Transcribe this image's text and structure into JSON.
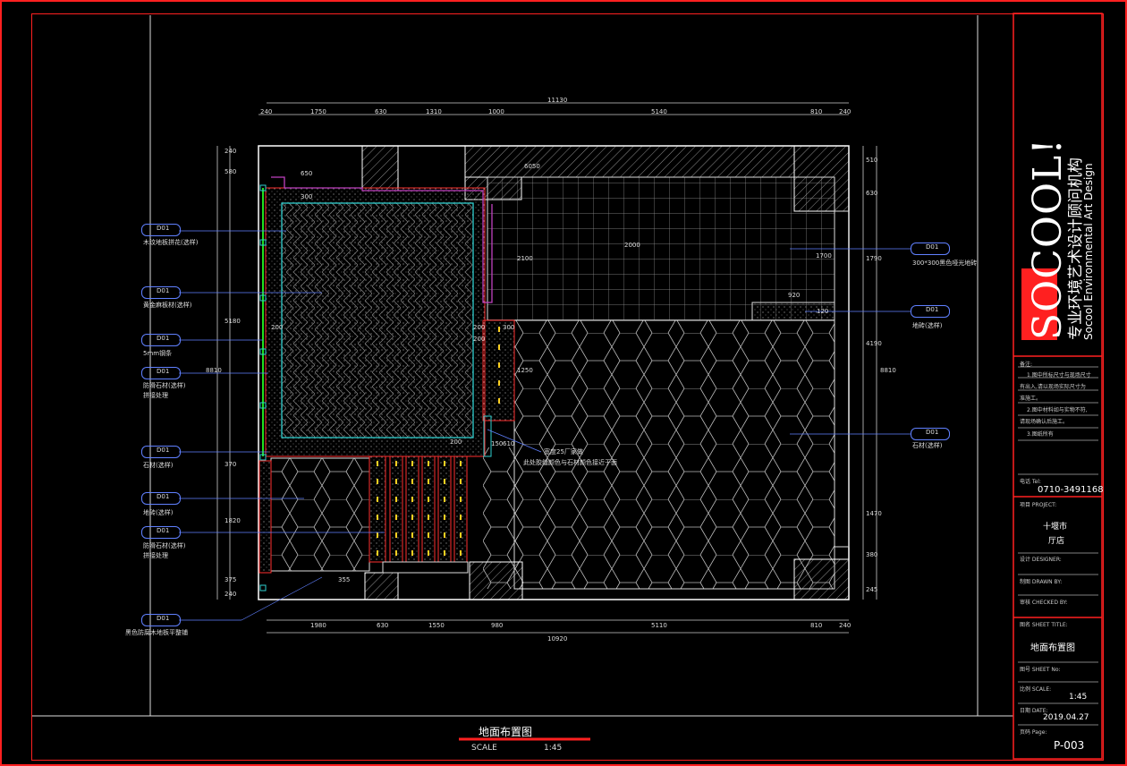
{
  "drawing_title": "地面布置图",
  "scale_label": "SCALE",
  "scale_value": "1:45",
  "title_block": {
    "brand_mark": "SOCOOL!",
    "brand_cn": "专业环境艺术设计顾问机构",
    "brand_en": "Socool Environmental Art Design",
    "notes_header": "备注:",
    "notes": [
      "1.图中所标尺寸与现场尺寸",
      "有出入,请以现场实际尺寸为",
      "准施工。",
      "2.图中材料如与实物不符,",
      "请现场确认后施工。",
      "3.图纸所有"
    ],
    "tel_label": "电话 Tel:",
    "tel": "0710-3491168",
    "project_label": "项目 PROJECT:",
    "project_line1": "十堰市",
    "project_line2": "厅店",
    "designer_label": "设计 DESIGNER:",
    "drawn_label": "制图 DRAWN BY:",
    "checked_label": "审核 CHECKED BY:",
    "sheet_title_label": "图名 SHEET TITLE:",
    "sheet_title": "地面布置图",
    "sheet_no_label": "图号 SHEET No:",
    "scale_label": "比例 SCALE:",
    "scale": "1:45",
    "date_label": "日期 DATE:",
    "date": "2019.04.27",
    "page_label": "页码 Page:",
    "page": "P-003"
  },
  "dims_top": [
    "240",
    "1750",
    "630",
    "1310",
    "1000",
    "5140",
    "810",
    "240"
  ],
  "dim_top_total": "11130",
  "dims_bottom": [
    "1980",
    "630",
    "1550",
    "980",
    "5110",
    "810",
    "240"
  ],
  "dim_bottom_total": "10920",
  "dims_left": [
    "240",
    "580",
    "5180",
    "370",
    "1820",
    "375",
    "240"
  ],
  "dim_left_total": "8810",
  "dims_right": [
    "510",
    "630",
    "1790",
    "4190",
    "1470",
    "380",
    "245"
  ],
  "dim_right_total": "8810",
  "tags_left": [
    {
      "code": "D01",
      "note": "木纹地板拼花(选样)",
      "note2": ""
    },
    {
      "code": "D01",
      "note": "黄金麻板材(选样)",
      "note2": ""
    },
    {
      "code": "D01",
      "note": "5mm钢条",
      "note2": ""
    },
    {
      "code": "D01",
      "note": "防滑石材(选样)",
      "note2": "拼接处理"
    },
    {
      "code": "D01",
      "note": "石材(选样)",
      "note2": ""
    },
    {
      "code": "D01",
      "note": "地砖(选样)",
      "note2": ""
    },
    {
      "code": "D01",
      "note": "防滑石材(选样)",
      "note2": "拼接处理"
    },
    {
      "code": "D01",
      "note": "黑色防腐木地板平整铺",
      "note2": ""
    }
  ],
  "tags_right": [
    {
      "code": "D01",
      "note": "300*300黑色哑光地砖"
    },
    {
      "code": "D01",
      "note": "地砖(选样)"
    },
    {
      "code": "D01",
      "note": "石材(选样)"
    }
  ],
  "inner_notes": [
    "宽度25厂家做",
    "此处胶缝颜色与石材颜色接近于面"
  ],
  "room_dims": [
    "300",
    "200",
    "200",
    "200",
    "2100",
    "2000",
    "1700",
    "1250",
    "150",
    "920",
    "200",
    "300",
    "120",
    "355",
    "650",
    "610",
    "6050"
  ]
}
